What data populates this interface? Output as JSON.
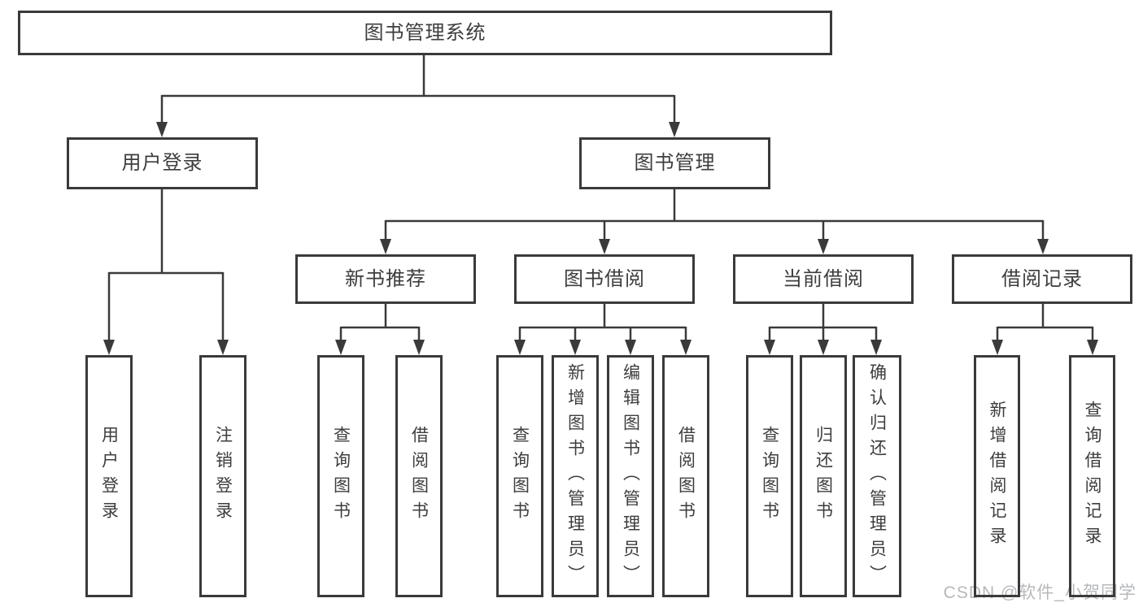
{
  "diagram": {
    "watermark": "CSDN @软件_小贺同学",
    "colors": {
      "line": "#3a3a3a",
      "text": "#3d3d3d",
      "watermark": "#b6b8bb",
      "background": "#ffffff"
    }
  },
  "tree": {
    "label": "图书管理系统",
    "children": [
      {
        "label": "用户登录",
        "children": [
          {
            "label": "用户登录"
          },
          {
            "label": "注销登录"
          }
        ]
      },
      {
        "label": "图书管理",
        "children": [
          {
            "label": "新书推荐",
            "children": [
              {
                "label": "查询图书"
              },
              {
                "label": "借阅图书"
              }
            ]
          },
          {
            "label": "图书借阅",
            "children": [
              {
                "label": "查询图书"
              },
              {
                "label": "新增图书（管理员）"
              },
              {
                "label": "编辑图书（管理员）"
              },
              {
                "label": "借阅图书"
              }
            ]
          },
          {
            "label": "当前借阅",
            "children": [
              {
                "label": "查询图书"
              },
              {
                "label": "归还图书"
              },
              {
                "label": "确认归还（管理员）"
              }
            ]
          },
          {
            "label": "借阅记录",
            "children": [
              {
                "label": "新增借阅记录"
              },
              {
                "label": "查询借阅记录"
              }
            ]
          }
        ]
      }
    ]
  }
}
